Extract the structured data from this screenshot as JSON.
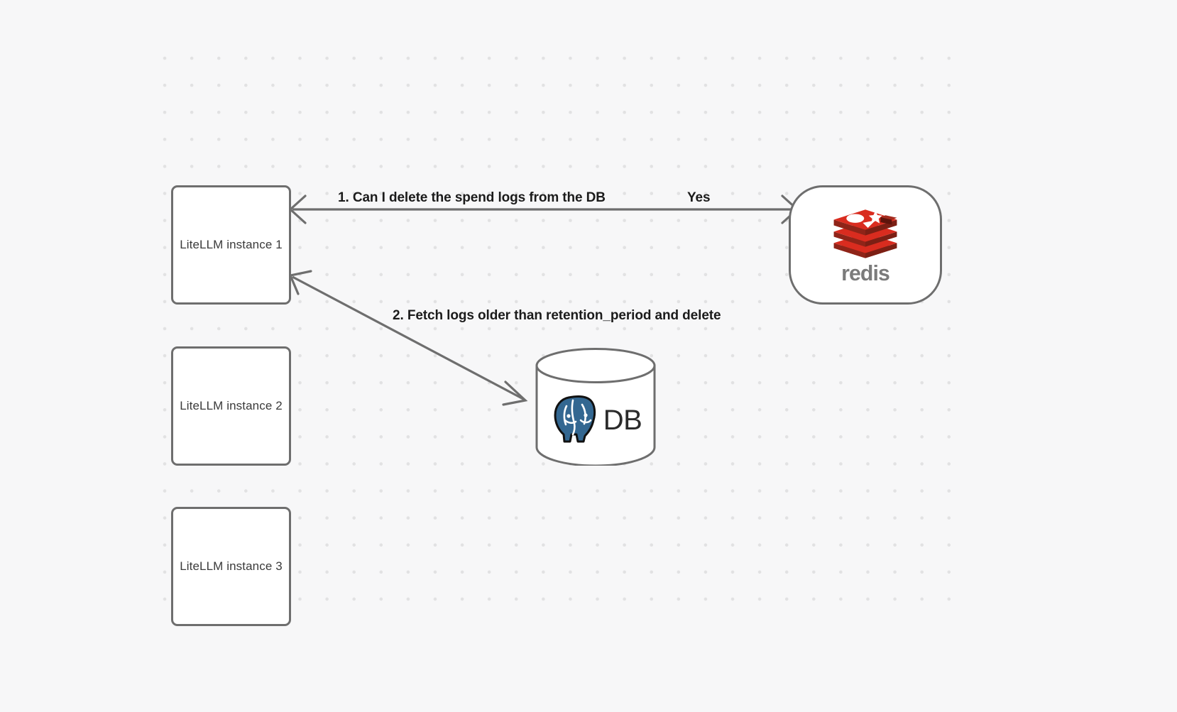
{
  "diagram": {
    "background_color": "#f7f7f8",
    "grid_dot_color": "#e2e2e3",
    "node_border_color": "#6e6e6e",
    "edge_color": "#6e6e6e",
    "nodes": [
      {
        "id": "litellm-1",
        "label": "LiteLLM instance 1",
        "shape": "rounded-rect"
      },
      {
        "id": "litellm-2",
        "label": "LiteLLM instance 2",
        "shape": "rounded-rect"
      },
      {
        "id": "litellm-3",
        "label": "LiteLLM instance 3",
        "shape": "rounded-rect"
      },
      {
        "id": "redis",
        "label": "redis",
        "shape": "stadium",
        "logo": "redis-logo-icon",
        "brand_color": "#d82c20"
      },
      {
        "id": "database",
        "label": "DB",
        "shape": "cylinder",
        "logo": "postgresql-elephant-icon",
        "brand_color": "#336791"
      }
    ],
    "edges": [
      {
        "id": "edge-1",
        "from": "litellm-1",
        "to": "redis",
        "direction": "bidirectional",
        "label": "1.  Can I delete the spend logs from the DB",
        "response_label": "Yes"
      },
      {
        "id": "edge-2",
        "from": "litellm-1",
        "to": "database",
        "direction": "bidirectional",
        "label": "2.  Fetch logs older than retention_period and delete"
      }
    ]
  }
}
